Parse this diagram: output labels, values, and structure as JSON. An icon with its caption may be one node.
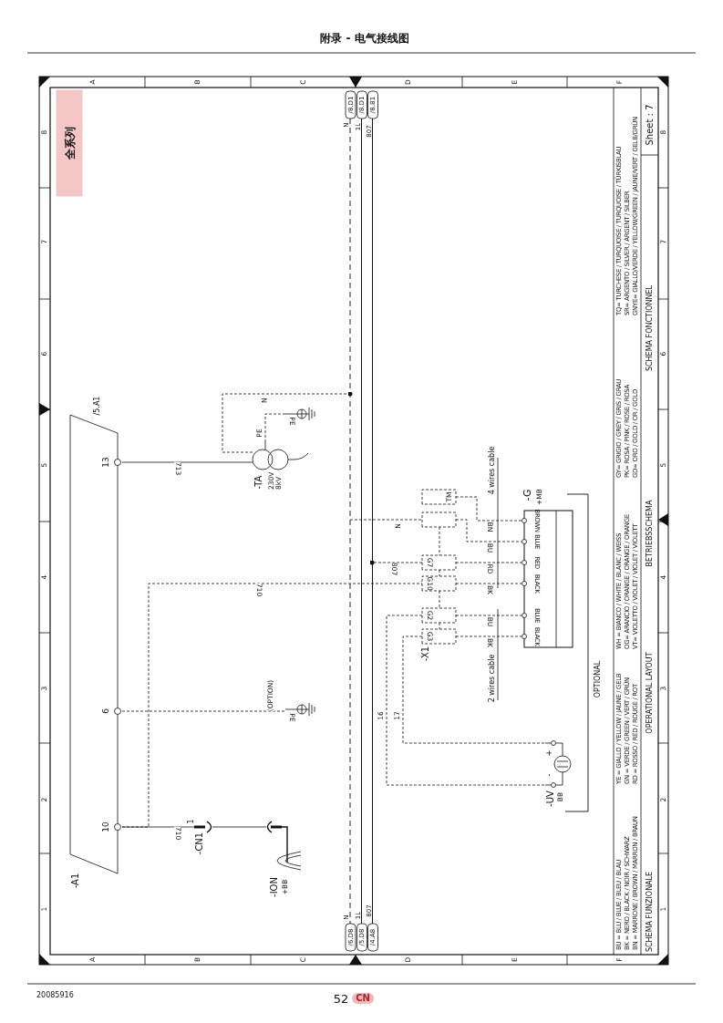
{
  "diagram": {
    "title": "附录 - 电气接线图",
    "nodes": [
      {
        "text": [
          "-A1"
        ],
        "beside": [
          "/5.A1"
        ]
      },
      {
        "text": [
          "13"
        ],
        "in": 0
      },
      {
        "text": [
          "6"
        ],
        "in": 0
      },
      {
        "text": [
          "10"
        ],
        "in": 0
      },
      {
        "text": [
          "-TA",
          "230V 8kV"
        ]
      },
      {
        "text": [
          "PE"
        ]
      },
      {
        "text": [
          "PE"
        ]
      },
      {
        "text": [
          "-CN1"
        ],
        "beside": [
          "1"
        ]
      },
      {
        "text": [
          "-ION",
          "+BB"
        ]
      },
      {
        "text": [
          "N",
          "/8.D1",
          "N",
          "/6.D8"
        ]
      },
      {
        "text": [
          "1L",
          "/8.D1",
          "1L",
          "/5.D8"
        ]
      },
      {
        "text": [
          "807",
          "/8.B1",
          "807",
          "/4.A8"
        ]
      },
      {
        "text": [
          "TM"
        ]
      },
      {
        "text": [],
        "shape": "box"
      },
      {
        "text": [
          "G7"
        ]
      },
      {
        "text": [
          "G10"
        ]
      },
      {
        "text": [
          "G2"
        ]
      },
      {
        "text": [
          "G3"
        ]
      },
      {
        "text": [
          "-G",
          "+MB"
        ]
      },
      {
        "text": [
          "BROWN"
        ],
        "in": 18
      },
      {
        "text": [
          "BLUE"
        ],
        "in": 18
      },
      {
        "text": [
          "RED"
        ],
        "in": 18
      },
      {
        "text": [
          "BLACK"
        ],
        "in": 18
      },
      {
        "text": [
          "BLUE"
        ],
        "in": 18
      },
      {
        "text": [
          "BLACK"
        ],
        "in": 18
      },
      {
        "text": [
          "-UV",
          "BB",
          "+",
          "-"
        ]
      }
    ],
    "edges": [
      {
        "from": 1,
        "to": 4,
        "arrow": "none",
        "label": "713"
      },
      {
        "from": 4,
        "to": 5,
        "arrow": "none",
        "label": "PE",
        "style": "dashed"
      },
      {
        "from": 4,
        "to": 9,
        "arrow": "other",
        "label": "N",
        "style": "dashed"
      },
      {
        "from": 2,
        "to": 6,
        "arrow": "none",
        "label": "(OPTION)",
        "style": "dashed"
      },
      {
        "from": 3,
        "to": 7,
        "arrow": "none",
        "label": "710"
      },
      {
        "from": 7,
        "to": 8,
        "arrow": "none"
      },
      {
        "from": 3,
        "to": 15,
        "arrow": "none",
        "label": "710",
        "style": "dashed"
      },
      {
        "from": 9,
        "to": 13,
        "arrow": "none",
        "label": "N",
        "style": "dashed"
      },
      {
        "from": 14,
        "to": 11,
        "arrow": "other",
        "label": "807",
        "style": "dashed"
      },
      {
        "from": 12,
        "to": 19,
        "arrow": "none",
        "label": "BN",
        "style": "dashed"
      },
      {
        "from": 13,
        "to": 20,
        "arrow": "none",
        "label": "BU",
        "style": "dashed"
      },
      {
        "from": 14,
        "to": 21,
        "arrow": "none",
        "label": "RD",
        "style": "dashed"
      },
      {
        "from": 15,
        "to": 22,
        "arrow": "none",
        "label": "BK",
        "style": "dashed"
      },
      {
        "from": 16,
        "to": 23,
        "arrow": "none",
        "label": "BU",
        "style": "dashed"
      },
      {
        "from": 17,
        "to": 24,
        "arrow": "none",
        "label": "BK",
        "style": "dashed"
      },
      {
        "from": 16,
        "to": 25,
        "arrow": "none",
        "label": "16",
        "style": "dashed"
      },
      {
        "from": 17,
        "to": 25,
        "arrow": "none",
        "label": "17",
        "style": "dashed"
      },
      {
        "from": 13,
        "to": 14,
        "arrow": "none",
        "style": "dashed"
      },
      {
        "from": 14,
        "to": 15,
        "arrow": "none",
        "style": "dashed"
      },
      {
        "from": 15,
        "to": 16,
        "arrow": "none",
        "style": "dashed"
      },
      {
        "from": 16,
        "to": 17,
        "arrow": "none",
        "style": "dashed"
      }
    ],
    "labels": [
      "A",
      "B",
      "C",
      "D",
      "E",
      "F",
      "8",
      "7",
      "6",
      "5",
      "4",
      "3",
      "2",
      "1",
      "8",
      "7",
      "6",
      "5",
      "4",
      "3",
      "2",
      "1",
      "A",
      "B",
      "C",
      "D",
      "E",
      "F",
      "全系列",
      "-X1",
      "4 wires cable",
      "2 wires cable",
      "OPTIONAL",
      "BU = BLU / BLUE / BLEU / BLAU",
      "BK = NERO / BLACK / NOIR / SCHWARZ",
      "BN = MARRONE / BROWN / MARRON / BRAUN",
      "YE = GIALLO / YELLOW / JAUNE / GELB",
      "GN = VERDE / GREEN / VERT / GRÜN",
      "RD = ROSSO / RED / ROUGE / ROT",
      "WH = BIANCO / WHITE / BLANC / WEISS",
      "OG= ARANCIO / ORANGE / ORANGE / ORANGE",
      "VT= VIOLETTO / VIOLET / VIOLET / VIOLETT",
      "GY= GRIGIO / GREY / GRIS / GRAU",
      "PK= ROSA / PINK / ROSE / ROSA",
      "GD= ORO / GOLD / OR / GOLD",
      "TQ= TURCHESE / TURQUOISE / TURQUOISE / TÜRKISBLAU",
      "SR= ARGENTO / SILVER / ARGENT / SILBER",
      "GNYE= GIALLO/VERDE / YELLOW/GREEN / JAUNE/VERT / GELB/GRÜN",
      "SCHEMA FUNZIONALE",
      "OPERATIONAL LAYOUT",
      "BETRIEBSSCHEMA",
      "SCHEMA FONCTIONNEL",
      "Sheet : 7",
      "20085916",
      "52",
      "CN"
    ]
  }
}
